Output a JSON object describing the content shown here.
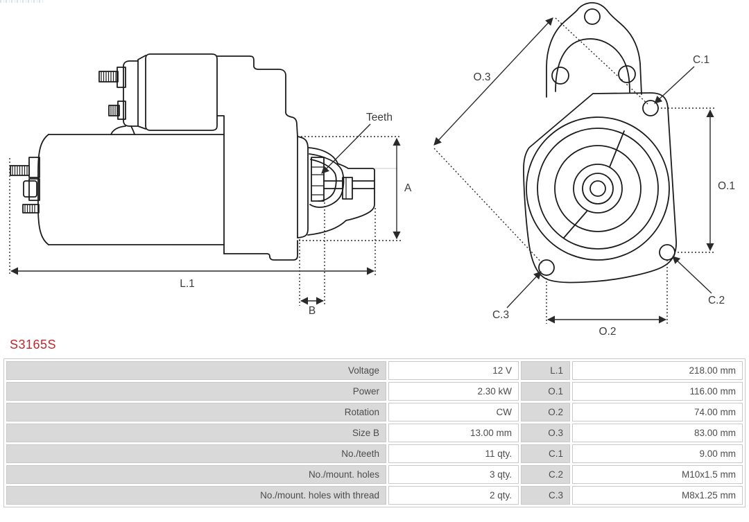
{
  "part_number": "S3165S",
  "colors": {
    "accent_red": "#c0272c",
    "cell_gray": "#d9d9d9",
    "border_gray": "#c9c9c9",
    "drawing_line": "#1b1b1b"
  },
  "side_view": {
    "labels": {
      "teeth": "Teeth",
      "a": "A",
      "l1": "L.1",
      "b": "B"
    }
  },
  "front_view": {
    "labels": {
      "o3": "O.3",
      "o1": "O.1",
      "o2": "O.2",
      "c1": "C.1",
      "c2": "C.2",
      "c3": "C.3"
    }
  },
  "spec_table": {
    "rows": [
      {
        "label": "Voltage",
        "value": "12 V",
        "dim": "L.1",
        "dim_value": "218.00 mm"
      },
      {
        "label": "Power",
        "value": "2.30 kW",
        "dim": "O.1",
        "dim_value": "116.00 mm"
      },
      {
        "label": "Rotation",
        "value": "CW",
        "dim": "O.2",
        "dim_value": "74.00 mm"
      },
      {
        "label": "Size B",
        "value": "13.00 mm",
        "dim": "O.3",
        "dim_value": "83.00 mm"
      },
      {
        "label": "No./teeth",
        "value": "11 qty.",
        "dim": "C.1",
        "dim_value": "9.00 mm"
      },
      {
        "label": "No./mount. holes",
        "value": "3 qty.",
        "dim": "C.2",
        "dim_value": "M10x1.5 mm"
      },
      {
        "label": "No./mount. holes with thread",
        "value": "2 qty.",
        "dim": "C.3",
        "dim_value": "M8x1.25 mm"
      }
    ]
  }
}
